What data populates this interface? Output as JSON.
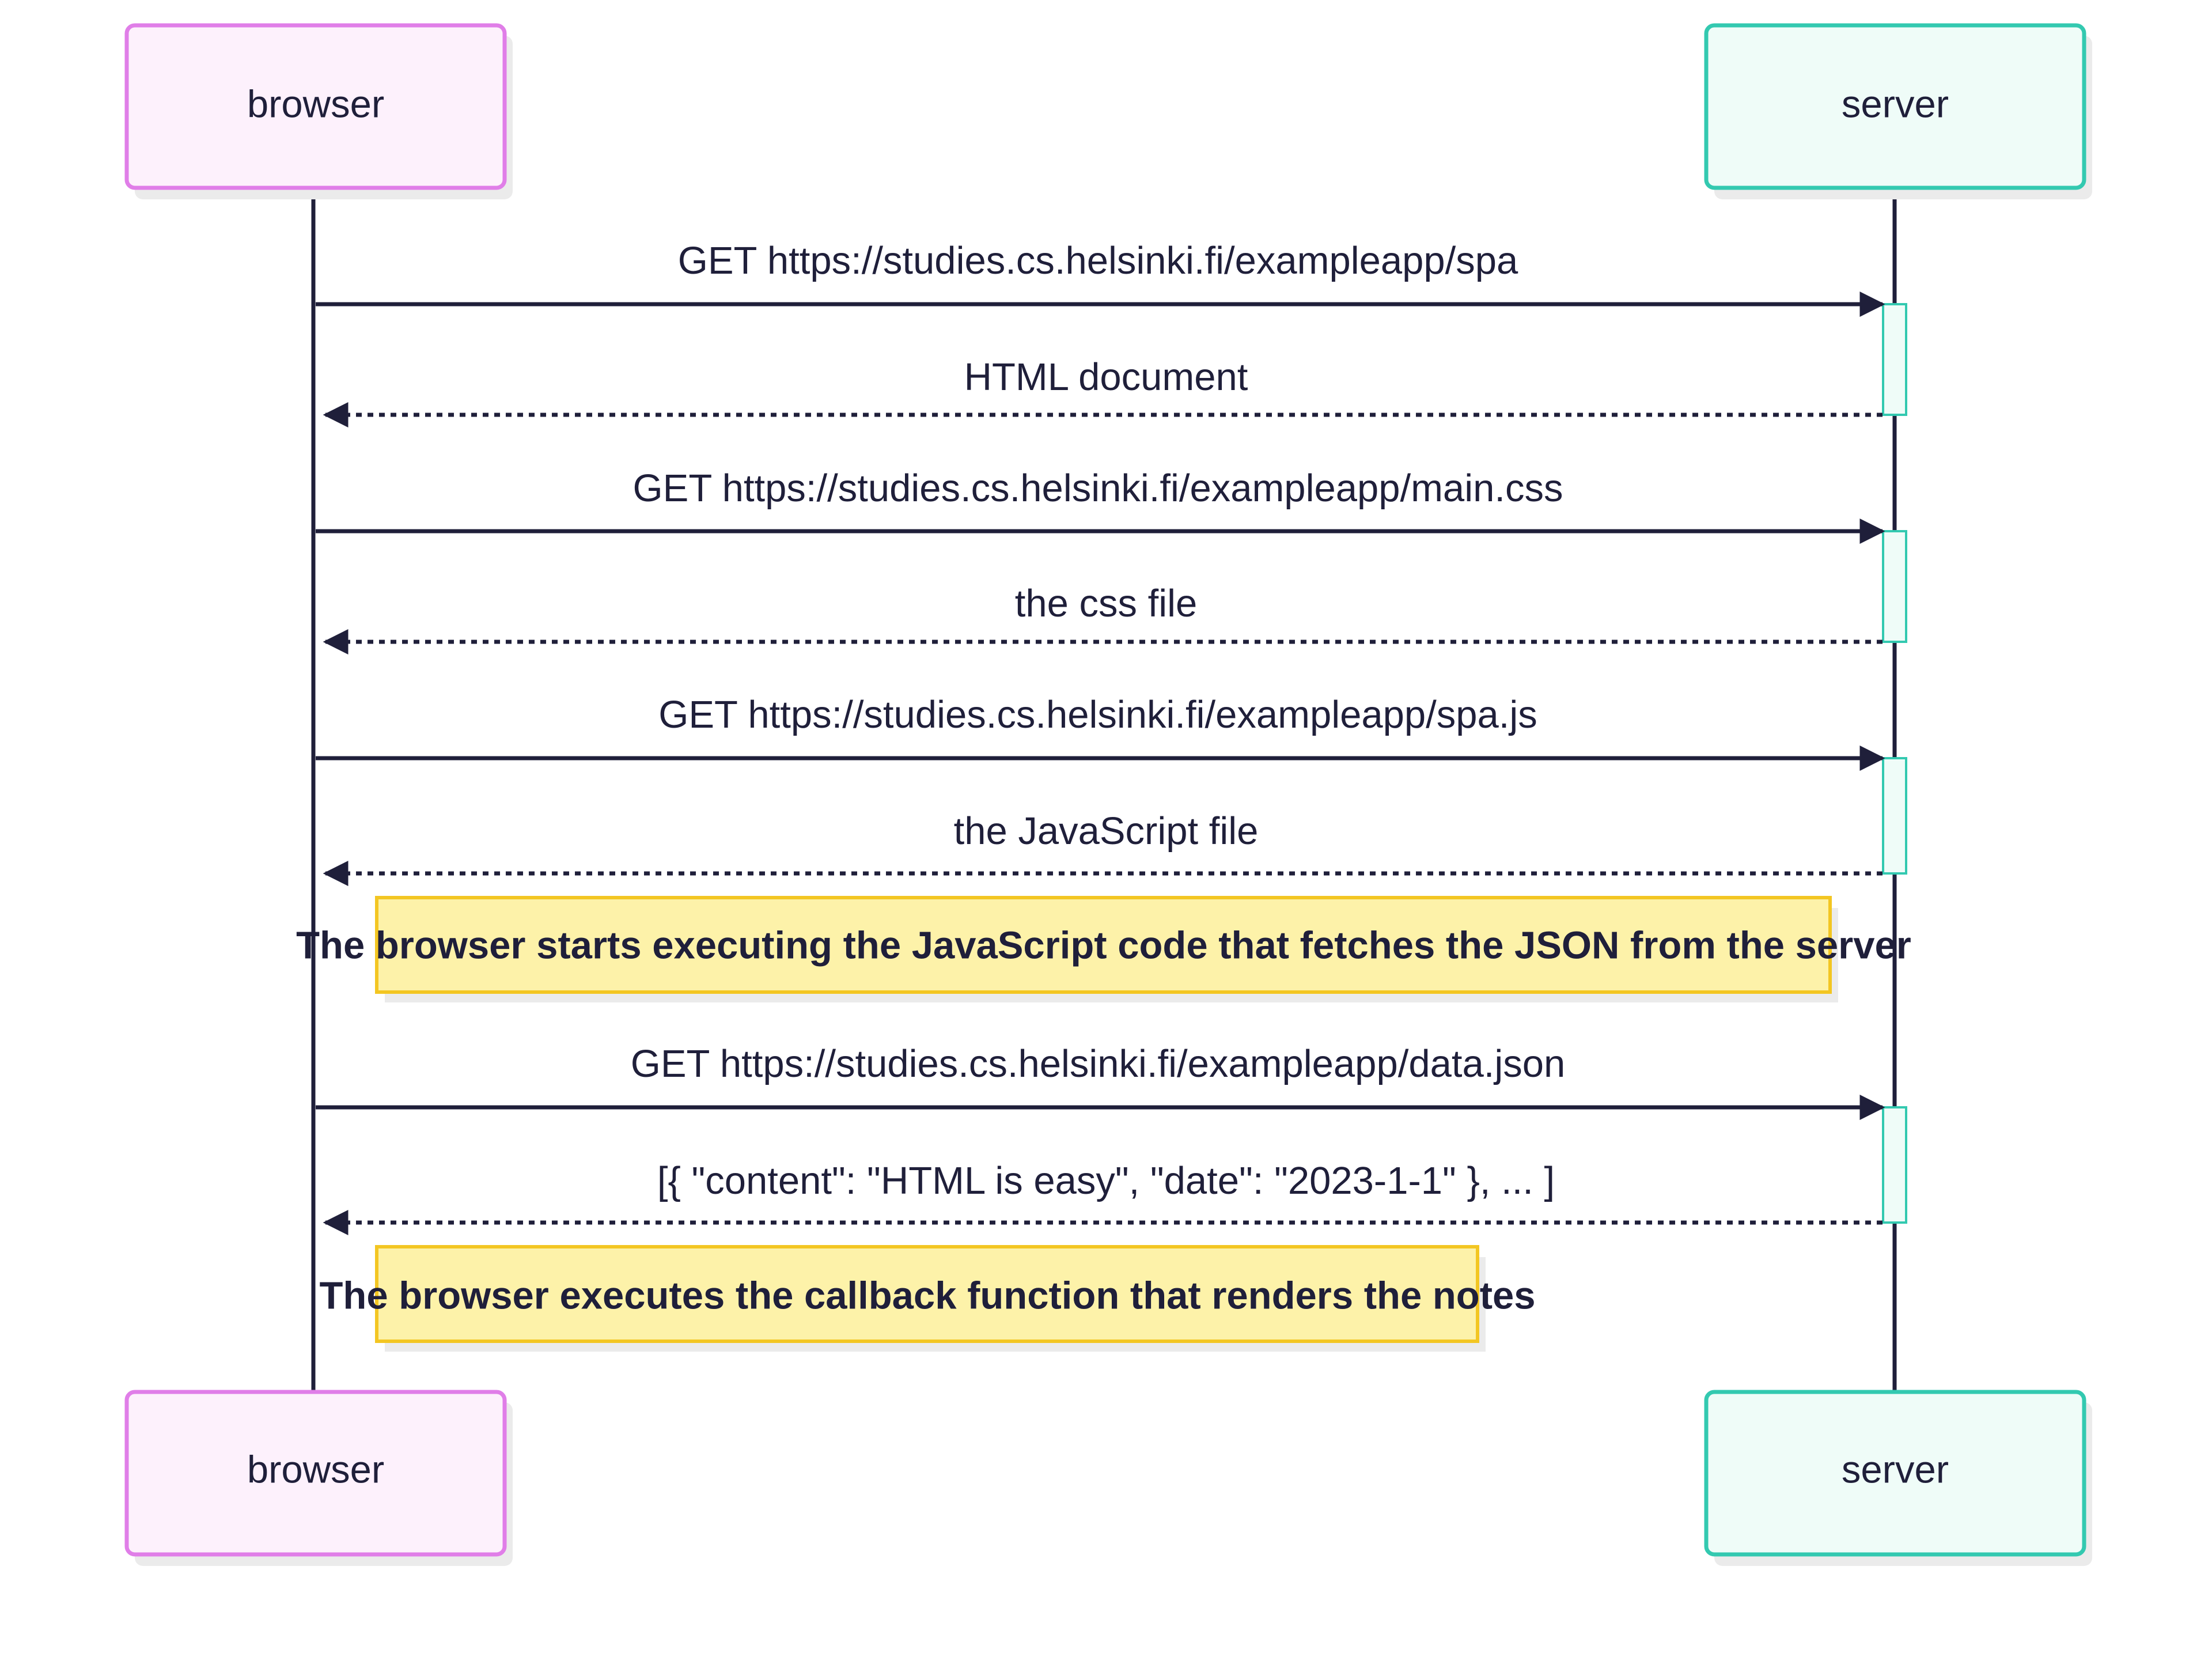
{
  "colors": {
    "browser_border": "#e07ee8",
    "browser_fill": "#fdf1fc",
    "server_border": "#33c9b0",
    "server_fill": "#effcf8",
    "note_border": "#f3c622",
    "note_fill": "#fdf2a9",
    "line": "#1f1f3a"
  },
  "participants": {
    "browser": {
      "label": "browser"
    },
    "server": {
      "label": "server"
    }
  },
  "messages": [
    {
      "from": "browser",
      "to": "server",
      "style": "solid",
      "label": "GET https://studies.cs.helsinki.fi/exampleapp/spa"
    },
    {
      "from": "server",
      "to": "browser",
      "style": "dashed",
      "label": "HTML document"
    },
    {
      "from": "browser",
      "to": "server",
      "style": "solid",
      "label": "GET https://studies.cs.helsinki.fi/exampleapp/main.css"
    },
    {
      "from": "server",
      "to": "browser",
      "style": "dashed",
      "label": "the css file"
    },
    {
      "from": "browser",
      "to": "server",
      "style": "solid",
      "label": "GET https://studies.cs.helsinki.fi/exampleapp/spa.js"
    },
    {
      "from": "server",
      "to": "browser",
      "style": "dashed",
      "label": "the JavaScript file"
    },
    {
      "from": "browser",
      "to": "server",
      "style": "solid",
      "label": "GET https://studies.cs.helsinki.fi/exampleapp/data.json"
    },
    {
      "from": "server",
      "to": "browser",
      "style": "dashed",
      "label": "[{ \"content\": \"HTML is easy\", \"date\": \"2023-1-1\" }, ... ]"
    }
  ],
  "notes": [
    {
      "over": "browser",
      "text": "The browser starts executing the JavaScript code that fetches the JSON from the server"
    },
    {
      "over": "browser",
      "text": "The browser executes the callback function that renders the notes"
    }
  ]
}
